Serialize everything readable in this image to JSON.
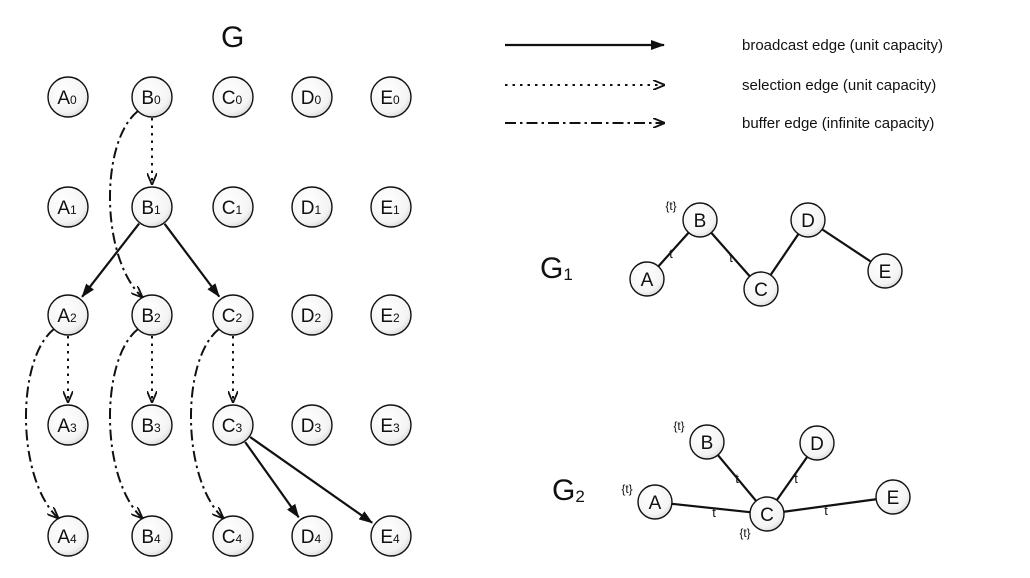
{
  "graph_G": {
    "title": "G",
    "nodes": [
      {
        "id": "A0",
        "letter": "A",
        "sub": "0"
      },
      {
        "id": "B0",
        "letter": "B",
        "sub": "0"
      },
      {
        "id": "C0",
        "letter": "C",
        "sub": "0"
      },
      {
        "id": "D0",
        "letter": "D",
        "sub": "0"
      },
      {
        "id": "E0",
        "letter": "E",
        "sub": "0"
      },
      {
        "id": "A1",
        "letter": "A",
        "sub": "1"
      },
      {
        "id": "B1",
        "letter": "B",
        "sub": "1"
      },
      {
        "id": "C1",
        "letter": "C",
        "sub": "1"
      },
      {
        "id": "D1",
        "letter": "D",
        "sub": "1"
      },
      {
        "id": "E1",
        "letter": "E",
        "sub": "1"
      },
      {
        "id": "A2",
        "letter": "A",
        "sub": "2"
      },
      {
        "id": "B2",
        "letter": "B",
        "sub": "2"
      },
      {
        "id": "C2",
        "letter": "C",
        "sub": "2"
      },
      {
        "id": "D2",
        "letter": "D",
        "sub": "2"
      },
      {
        "id": "E2",
        "letter": "E",
        "sub": "2"
      },
      {
        "id": "A3",
        "letter": "A",
        "sub": "3"
      },
      {
        "id": "B3",
        "letter": "B",
        "sub": "3"
      },
      {
        "id": "C3",
        "letter": "C",
        "sub": "3"
      },
      {
        "id": "D3",
        "letter": "D",
        "sub": "3"
      },
      {
        "id": "E3",
        "letter": "E",
        "sub": "3"
      },
      {
        "id": "A4",
        "letter": "A",
        "sub": "4"
      },
      {
        "id": "B4",
        "letter": "B",
        "sub": "4"
      },
      {
        "id": "C4",
        "letter": "C",
        "sub": "4"
      },
      {
        "id": "D4",
        "letter": "D",
        "sub": "4"
      },
      {
        "id": "E4",
        "letter": "E",
        "sub": "4"
      }
    ],
    "edges": [
      {
        "from": "B0",
        "to": "B1",
        "type": "selection"
      },
      {
        "from": "B0",
        "to": "B2",
        "type": "buffer"
      },
      {
        "from": "B1",
        "to": "A2",
        "type": "broadcast"
      },
      {
        "from": "B1",
        "to": "C2",
        "type": "broadcast"
      },
      {
        "from": "A2",
        "to": "A3",
        "type": "selection"
      },
      {
        "from": "A2",
        "to": "A4",
        "type": "buffer"
      },
      {
        "from": "B2",
        "to": "B3",
        "type": "selection"
      },
      {
        "from": "B2",
        "to": "B4",
        "type": "buffer"
      },
      {
        "from": "C2",
        "to": "C3",
        "type": "selection"
      },
      {
        "from": "C2",
        "to": "C4",
        "type": "buffer"
      },
      {
        "from": "C3",
        "to": "D4",
        "type": "broadcast"
      },
      {
        "from": "C3",
        "to": "E4",
        "type": "broadcast"
      }
    ]
  },
  "legend": [
    {
      "type": "broadcast",
      "label": "broadcast edge (unit capacity)"
    },
    {
      "type": "selection",
      "label": "selection edge (unit capacity)"
    },
    {
      "type": "buffer",
      "label": "buffer edge (infinite capacity)"
    }
  ],
  "graph_G1": {
    "title": "G",
    "title_sub": "1",
    "nodes": [
      {
        "id": "A",
        "label": "A",
        "tag": ""
      },
      {
        "id": "B",
        "label": "B",
        "tag": "{t}"
      },
      {
        "id": "C",
        "label": "C",
        "tag": ""
      },
      {
        "id": "D",
        "label": "D",
        "tag": ""
      },
      {
        "id": "E",
        "label": "E",
        "tag": ""
      }
    ],
    "edges": [
      {
        "from": "A",
        "to": "B",
        "label": "t"
      },
      {
        "from": "B",
        "to": "C",
        "label": "t"
      },
      {
        "from": "C",
        "to": "D",
        "label": ""
      },
      {
        "from": "D",
        "to": "E",
        "label": ""
      }
    ]
  },
  "graph_G2": {
    "title": "G",
    "title_sub": "2",
    "nodes": [
      {
        "id": "A",
        "label": "A",
        "tag": "{t}"
      },
      {
        "id": "B",
        "label": "B",
        "tag": "{t}"
      },
      {
        "id": "C",
        "label": "C",
        "tag": "{t}"
      },
      {
        "id": "D",
        "label": "D",
        "tag": ""
      },
      {
        "id": "E",
        "label": "E",
        "tag": ""
      }
    ],
    "edges": [
      {
        "from": "A",
        "to": "C",
        "label": "t"
      },
      {
        "from": "B",
        "to": "C",
        "label": "t"
      },
      {
        "from": "D",
        "to": "C",
        "label": "t"
      },
      {
        "from": "C",
        "to": "E",
        "label": "t"
      }
    ]
  }
}
